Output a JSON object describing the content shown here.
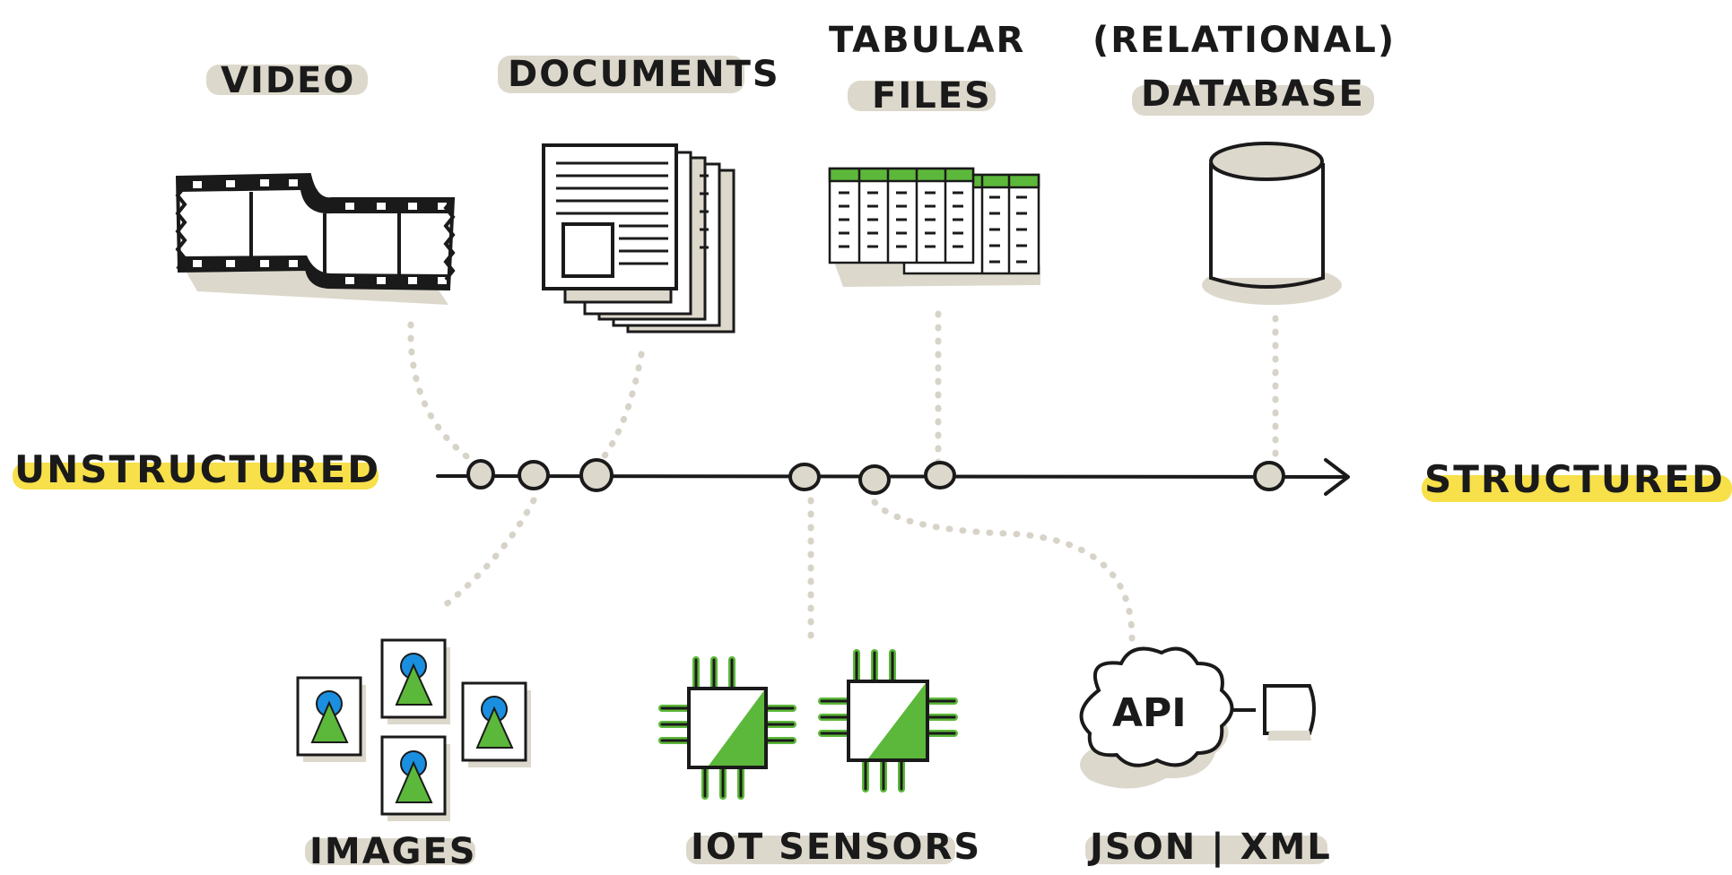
{
  "axis": {
    "left_label": "UNSTRUCTURED",
    "right_label": "STRUCTURED",
    "highlight_color": "#f7e04a"
  },
  "top_items": [
    {
      "label_lines": [
        "VIDEO"
      ],
      "icon": "film-strip-icon"
    },
    {
      "label_lines": [
        "DOCUMENTS"
      ],
      "icon": "documents-stack-icon"
    },
    {
      "label_lines": [
        "TABULAR",
        "FILES"
      ],
      "icon": "spreadsheet-icon"
    },
    {
      "label_lines": [
        "(RELATIONAL)",
        "DATABASE"
      ],
      "icon": "database-cylinder-icon"
    }
  ],
  "bottom_items": [
    {
      "label": "IMAGES",
      "icon": "image-cards-icon"
    },
    {
      "label": "IOT SENSORS",
      "icon": "chip-icon"
    },
    {
      "label": "JSON | XML",
      "icon": "api-cloud-icon",
      "cloud_text": "API"
    }
  ],
  "colors": {
    "accent_green": "#5cb83a",
    "accent_blue": "#1a8fe0",
    "shadow_beige": "#ddd8cc",
    "dots": "#d8d3c8",
    "ink": "#1a1a1a"
  }
}
